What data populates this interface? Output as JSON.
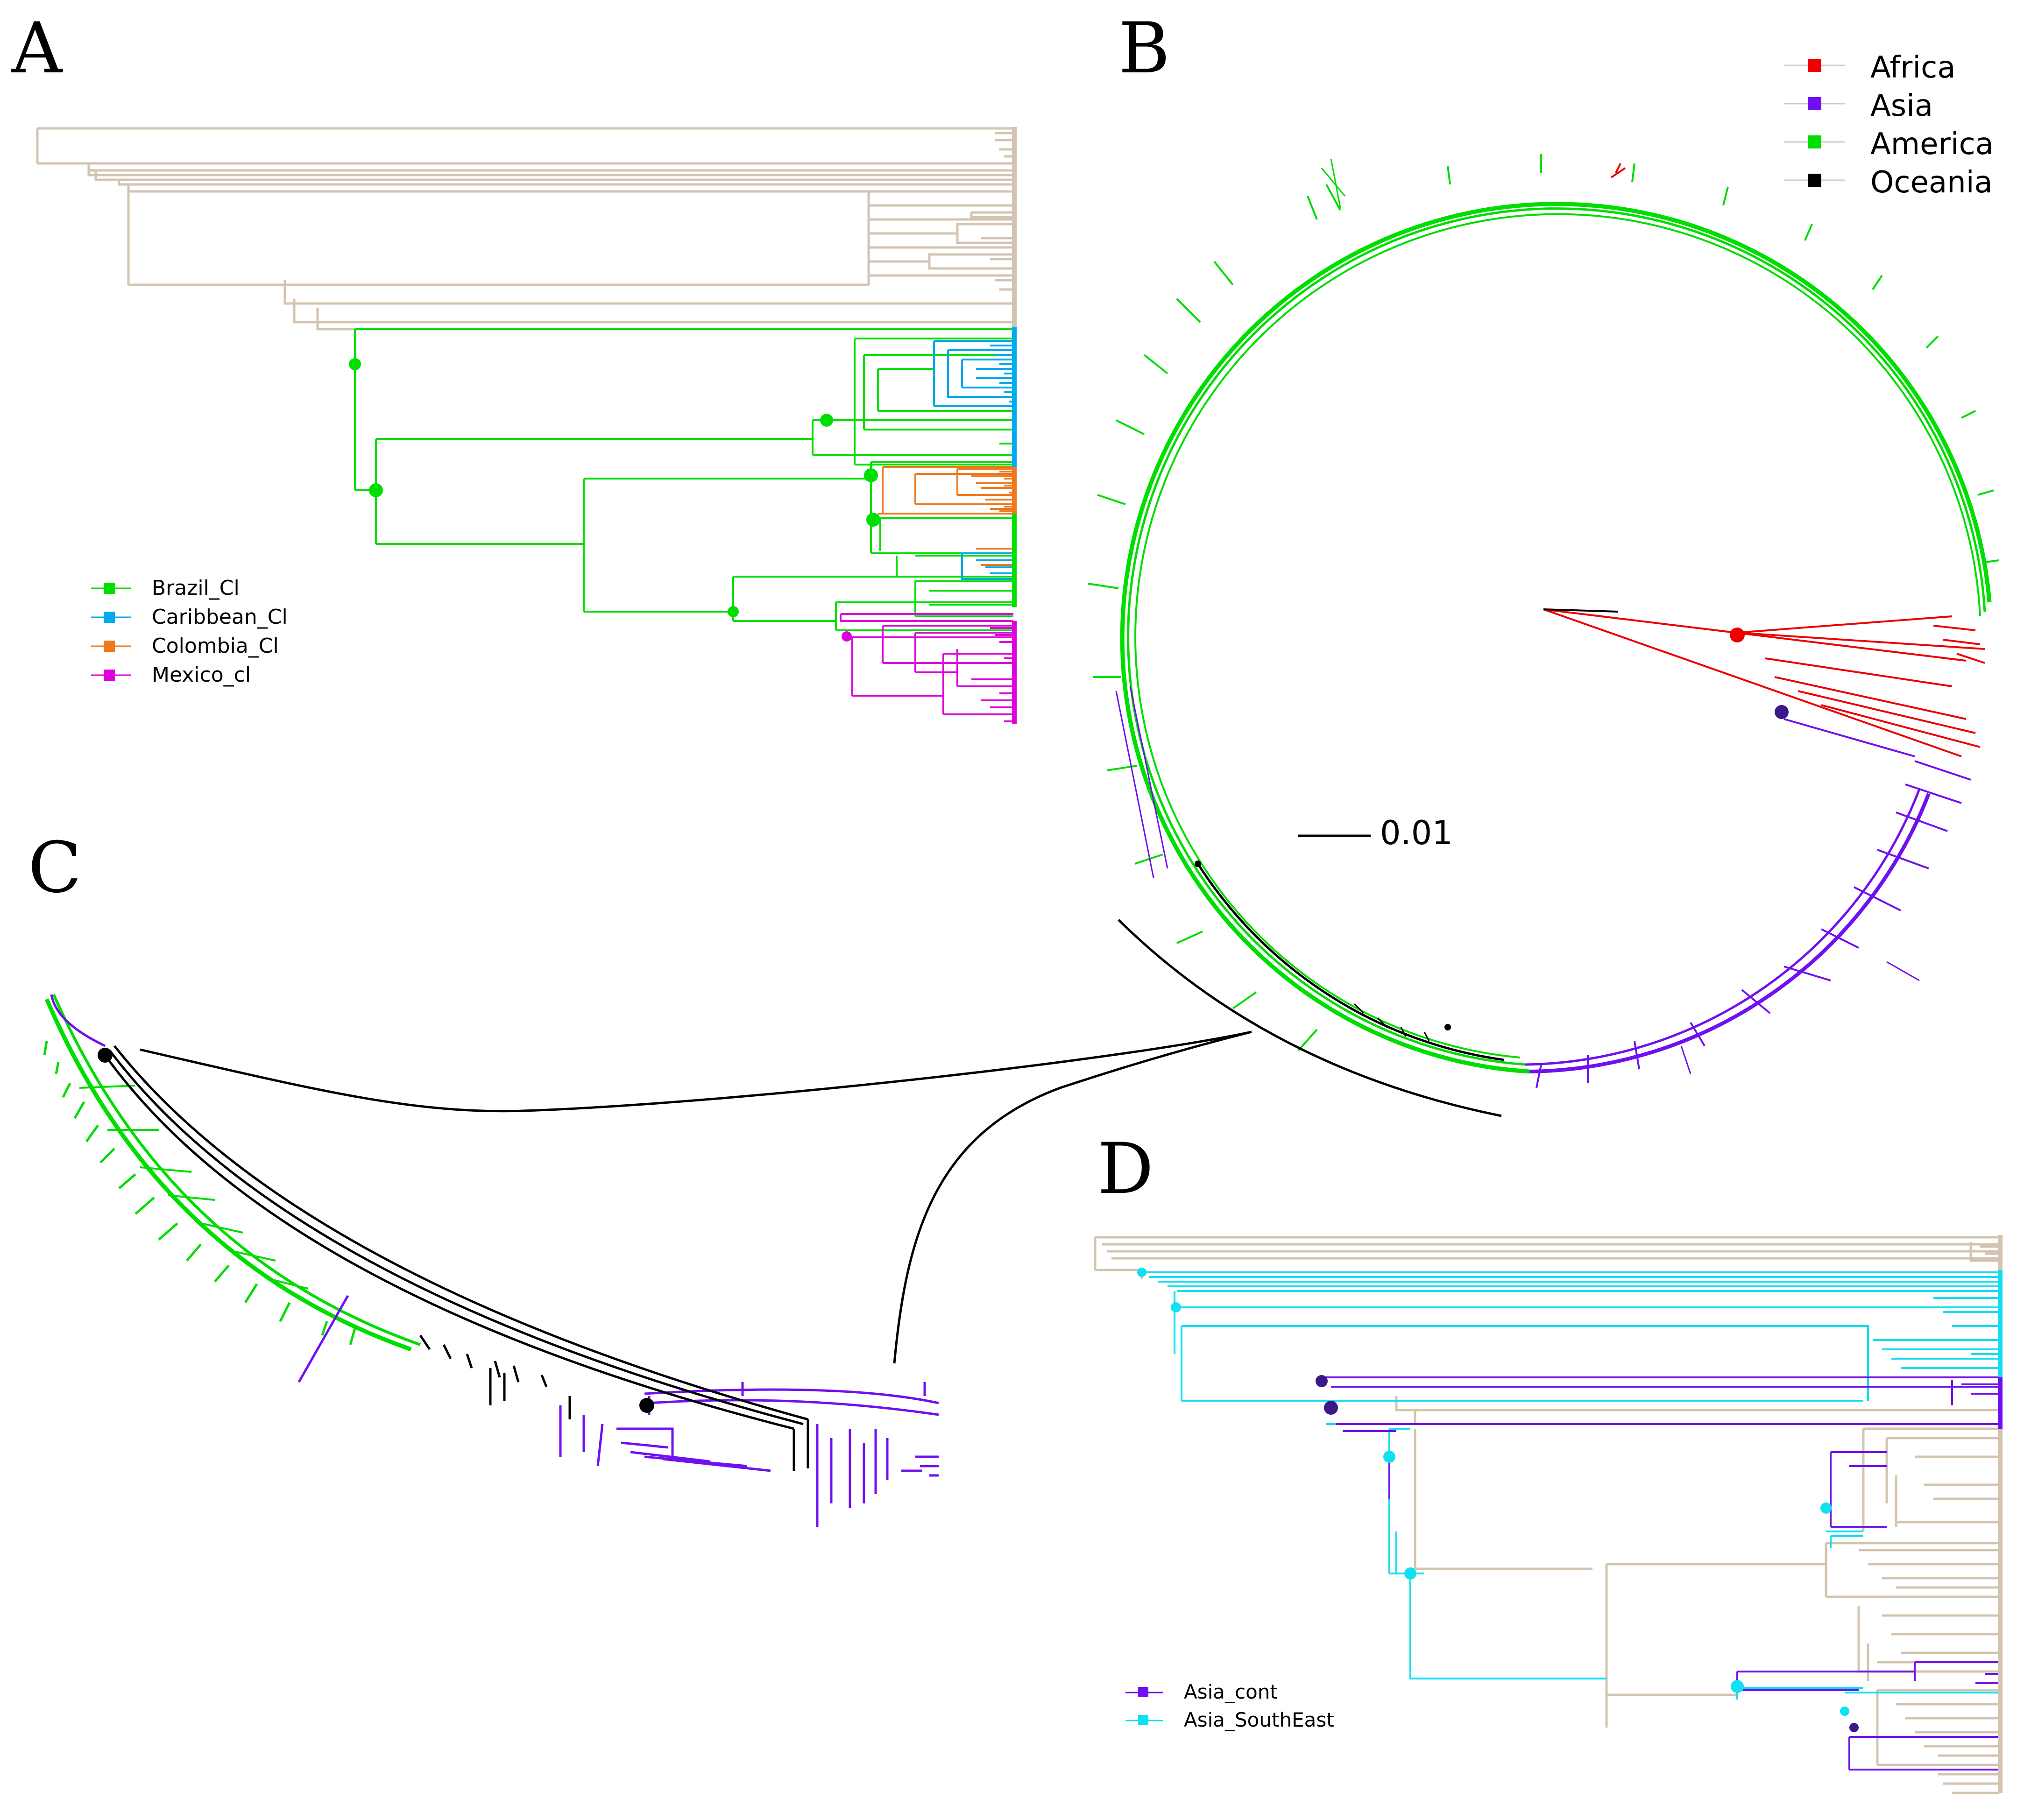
{
  "colors": {
    "beige": "#d2c4b0",
    "brazil": "#00e000",
    "caribbean": "#00aaee",
    "colombia": "#f07820",
    "mexico": "#dd00dd",
    "africa": "#ee0000",
    "asia": "#7010f0",
    "america": "#00dd00",
    "oceania": "#000000",
    "asia_cont": "#7010f0",
    "asia_southeast": "#10e0f0",
    "node_dark": "#3a1a8a"
  },
  "panels": {
    "a": {
      "letter": "A"
    },
    "b": {
      "letter": "B"
    },
    "c": {
      "letter": "C"
    },
    "d": {
      "letter": "D"
    }
  },
  "legend_a": [
    {
      "label": "Brazil_Cl",
      "color": "#00e000"
    },
    {
      "label": "Caribbean_Cl",
      "color": "#00aaee"
    },
    {
      "label": "Colombia_Cl",
      "color": "#f07820"
    },
    {
      "label": "Mexico_cl",
      "color": "#dd00dd"
    }
  ],
  "legend_b": [
    {
      "label": "Africa",
      "color": "#ee0000"
    },
    {
      "label": "Asia",
      "color": "#7010f0"
    },
    {
      "label": "America",
      "color": "#00dd00"
    },
    {
      "label": "Oceania",
      "color": "#000000"
    }
  ],
  "legend_d": [
    {
      "label": "Asia_cont",
      "color": "#7010f0"
    },
    {
      "label": "Asia_SouthEast",
      "color": "#10e0f0"
    }
  ],
  "scale_bar": {
    "label": "0.01"
  }
}
